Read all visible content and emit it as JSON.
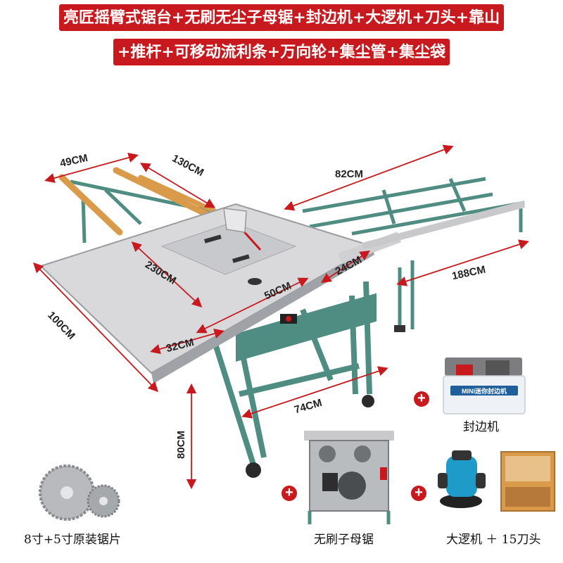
{
  "header": {
    "line1": "亮匠摇臂式锯台+无刷无尘子母锯+封边机+大逻机+刀头+靠山",
    "line2": "+推杆+可移动流利条+万向轮+集尘管+集尘袋"
  },
  "dimensions": {
    "d49": "49CM",
    "d130": "130CM",
    "d82": "82CM",
    "d230": "230CM",
    "d24": "24CM",
    "d188": "188CM",
    "d100": "100CM",
    "d50": "50CM",
    "d32": "32CM",
    "d74": "74CM",
    "d80": "80CM"
  },
  "accessories": {
    "edge_bander": {
      "caption": "封边机",
      "label": "MINI迷你封边机"
    },
    "saw_unit": {
      "caption": "无刷子母锯"
    },
    "router": {
      "caption": "大逻机 ＋ 15刀头"
    },
    "blades": {
      "caption": "8寸+5寸原装锯片"
    },
    "plus_sign": "+"
  },
  "colors": {
    "banner": "#c8191e",
    "frame": "#4f8d82",
    "table_top": "#d9d9db",
    "wood": "#d99a4a",
    "router": "#1f9bc9"
  }
}
